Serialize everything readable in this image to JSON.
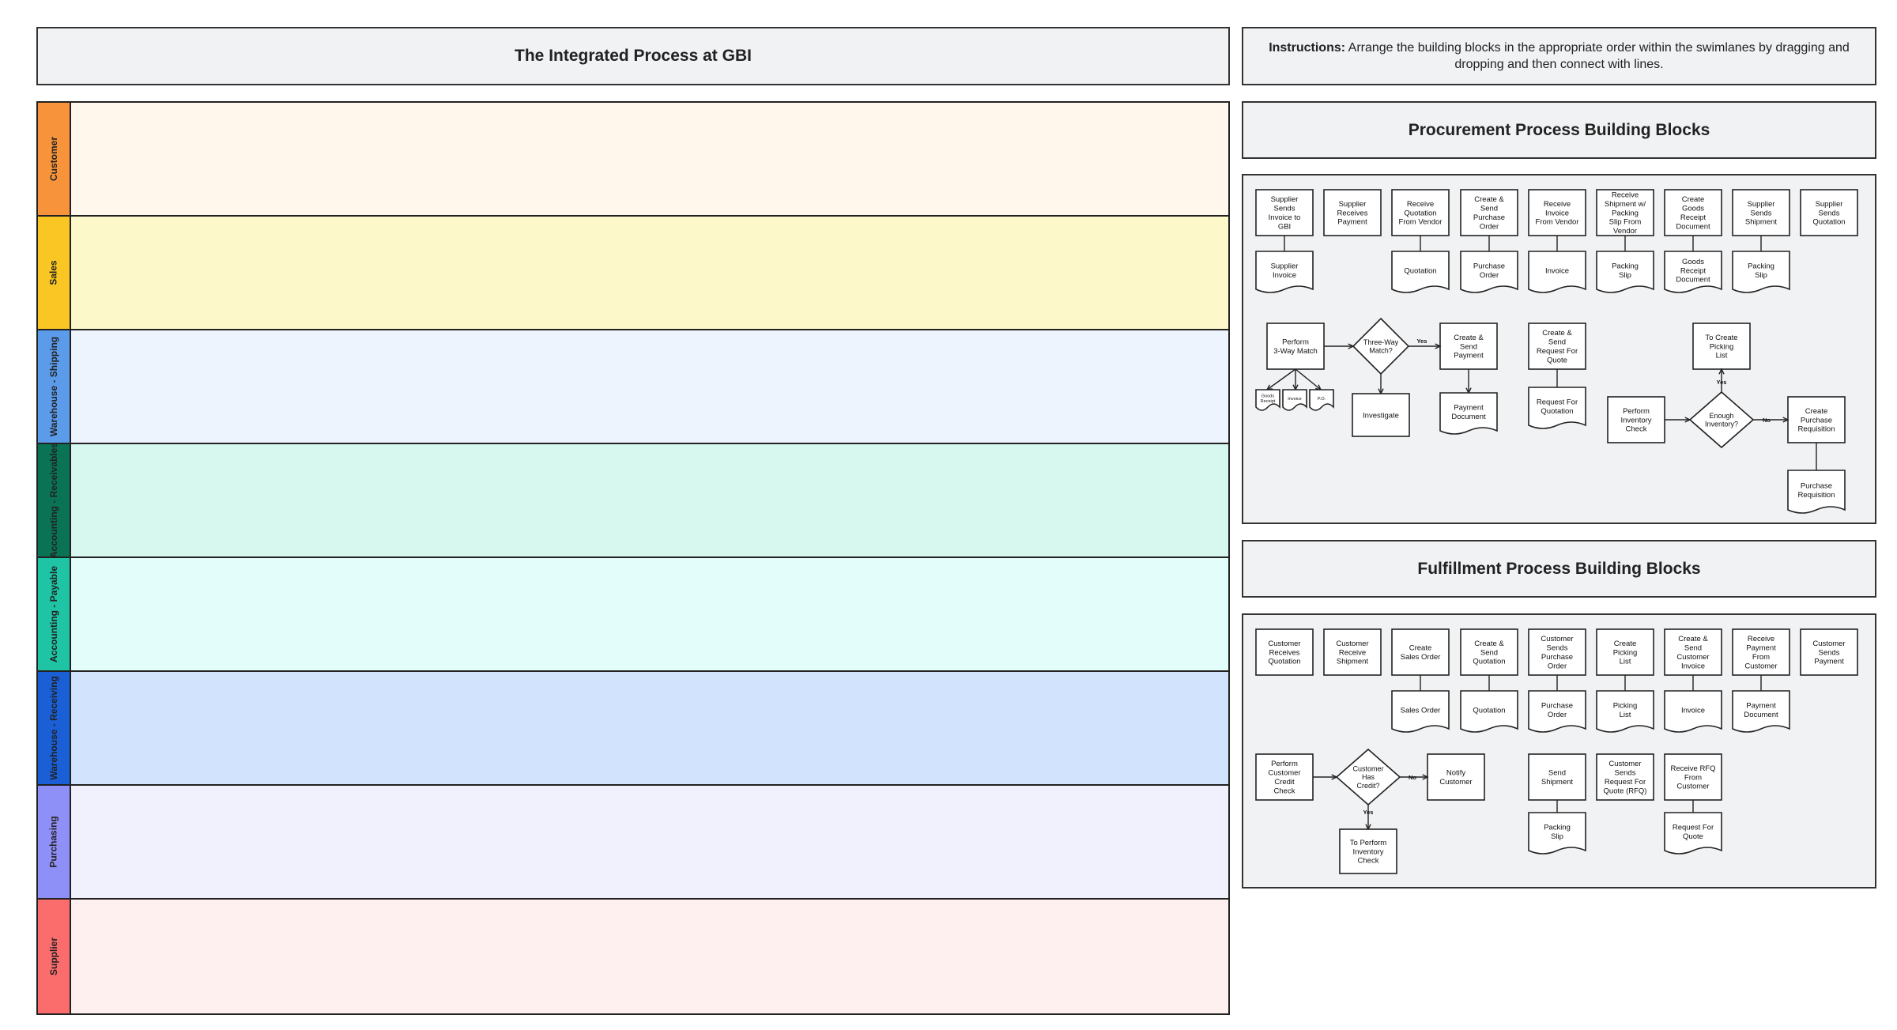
{
  "title": "The Integrated Process at GBI",
  "instructions": {
    "label": "Instructions:",
    "text": " Arrange the building blocks in the appropriate order within the swimlanes by dragging and dropping and then connect with lines."
  },
  "lanes": [
    {
      "label": "Customer",
      "tab_color": "#f7943b",
      "bg": "#fff7ec"
    },
    {
      "label": "Sales",
      "tab_color": "#f9c623",
      "bg": "#fcf8c9"
    },
    {
      "label": "Warehouse - Shipping",
      "tab_color": "#5c9be9",
      "bg": "#edf4fd"
    },
    {
      "label": "Accounting - Receivables",
      "tab_color": "#0b7355",
      "bg": "#d6f8ef"
    },
    {
      "label": "Accounting - Payable",
      "tab_color": "#1ec4a4",
      "bg": "#e3fefa"
    },
    {
      "label": "Warehouse - Receiving",
      "tab_color": "#1a5fd6",
      "bg": "#d1e3fd"
    },
    {
      "label": "Purchasing",
      "tab_color": "#8f8ff8",
      "bg": "#f0f1fd"
    },
    {
      "label": "Supplier",
      "tab_color": "#fb6d6d",
      "bg": "#fef0ef"
    }
  ],
  "procurement": {
    "header": "Procurement Process Building Blocks",
    "processes": [
      "Supplier Sends Invoice to GBI",
      "Supplier Receives Payment",
      "Receive Quotation From Vendor",
      "Create & Send Purchase Order",
      "Receive Invoice From Vendor",
      "Receive Shipment w/ Packing Slip From Vendor",
      "Create Goods Receipt Document",
      "Supplier Sends Shipment",
      "Supplier Sends Quotation"
    ],
    "documents": [
      "Supplier Invoice",
      "Quotation",
      "Purchase Order",
      "Invoice",
      "Packing Slip",
      "Goods Receipt Document",
      "Packing Slip"
    ],
    "match": {
      "perform": "Perform 3-Way Match",
      "decision": "Three-Way Match?",
      "yes": "Yes",
      "create_payment": "Create & Send Payment",
      "investigate": "Investigate",
      "payment_doc": "Payment Document",
      "small_docs": [
        "Goods Receipt",
        "Invoice",
        "P.O."
      ]
    },
    "rfq": {
      "create": "Create & Send Request For Quote",
      "doc": "Request For Quotation"
    },
    "inventory": {
      "perform": "Perform Inventory Check",
      "decision": "Enough Inventory?",
      "yes": "Yes",
      "no": "No",
      "picking": "To Create Picking List",
      "requisition": "Create Purchase Requisition",
      "req_doc": "Purchase Requisition"
    }
  },
  "fulfillment": {
    "header": "Fulfillment Process Building Blocks",
    "processes": [
      "Customer Receives Quotation",
      "Customer Receive Shipment",
      "Create Sales Order",
      "Create & Send Quotation",
      "Customer Sends Purchase Order",
      "Create Picking List",
      "Create & Send Customer Invoice",
      "Receive Payment From Customer",
      "Customer Sends Payment"
    ],
    "documents": [
      "Sales Order",
      "Quotation",
      "Purchase Order",
      "Picking List",
      "Invoice",
      "Payment Document"
    ],
    "credit": {
      "perform": "Perform Customer Credit Check",
      "decision": "Customer Has Credit?",
      "no": "No",
      "yes": "Yes",
      "notify": "Notify Customer",
      "inventory": "To Perform Inventory Check"
    },
    "shipment": {
      "send": "Send Shipment",
      "doc": "Packing Slip"
    },
    "rfq": {
      "send": "Customer Sends Request For Quote (RFQ)",
      "receive": "Receive RFQ From Customer",
      "doc": "Request For Quote"
    }
  }
}
